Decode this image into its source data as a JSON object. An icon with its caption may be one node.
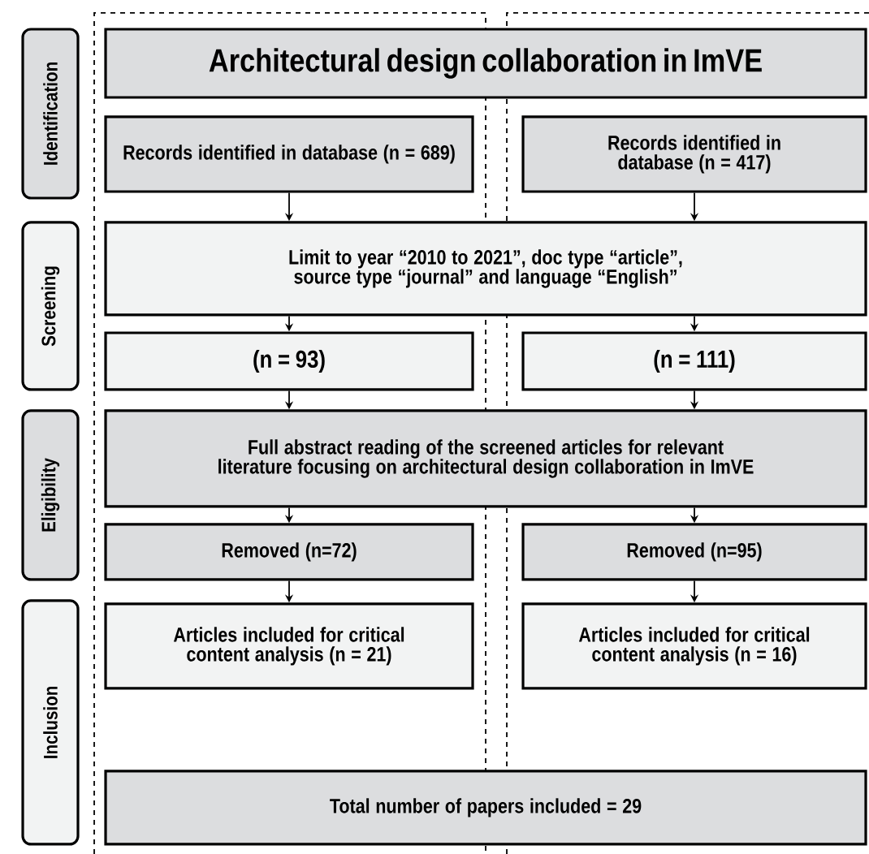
{
  "diagram": {
    "nodes": [
      {
        "text": [
          "Identification"
        ]
      },
      {
        "text": [
          "Screening"
        ]
      },
      {
        "text": [
          "Eligibility"
        ]
      },
      {
        "text": [
          "Inclusion"
        ]
      },
      {
        "text": [
          "Architectural design collaboration in ImVE"
        ]
      },
      {
        "text": [
          "Records identified in database (n = 689)"
        ]
      },
      {
        "text": [
          "Records identified in database (n = 417)"
        ]
      },
      {
        "text": [
          "Limit to year “2010 to 2021”, doc type “article”, source type “journal” and language “English”"
        ]
      },
      {
        "text": [
          "(n = 93)"
        ]
      },
      {
        "text": [
          "(n = 111)"
        ]
      },
      {
        "text": [
          "Full abstract reading of the screened articles for relevant literature focusing on architectural design collaboration in ImVE"
        ]
      },
      {
        "text": [
          "Removed (n=72)"
        ]
      },
      {
        "text": [
          "Removed (n=95)"
        ]
      },
      {
        "text": [
          "Articles included for critical content analysis (n = 21)"
        ]
      },
      {
        "text": [
          "Articles included for critical content analysis (n = 16)"
        ]
      },
      {
        "text": [
          "Total number of papers included = 29"
        ]
      }
    ],
    "edges": [
      {
        "from": 5,
        "to": 7,
        "arrow": "to"
      },
      {
        "from": 6,
        "to": 7,
        "arrow": "to"
      },
      {
        "from": 7,
        "to": 8,
        "arrow": "to"
      },
      {
        "from": 7,
        "to": 9,
        "arrow": "to"
      },
      {
        "from": 8,
        "to": 10,
        "arrow": "to"
      },
      {
        "from": 9,
        "to": 10,
        "arrow": "to"
      },
      {
        "from": 10,
        "to": 11,
        "arrow": "to"
      },
      {
        "from": 10,
        "to": 12,
        "arrow": "to"
      },
      {
        "from": 11,
        "to": 13,
        "arrow": "to"
      },
      {
        "from": 12,
        "to": 14,
        "arrow": "to"
      }
    ]
  }
}
